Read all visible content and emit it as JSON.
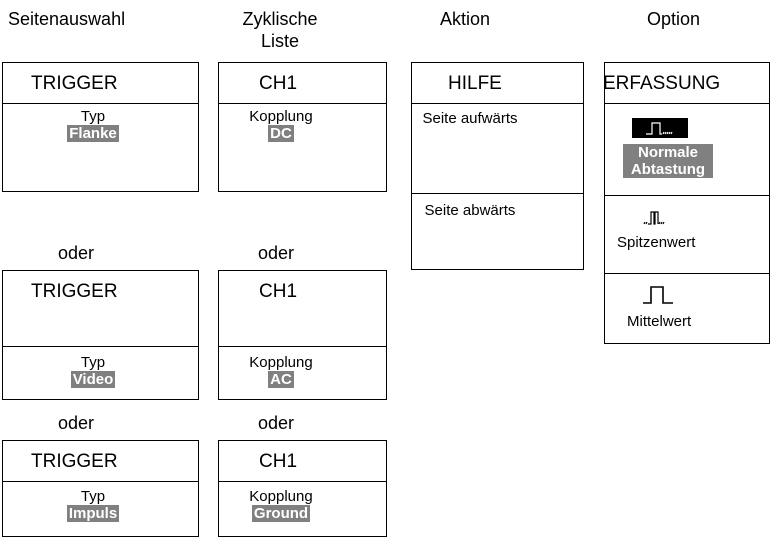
{
  "headers": {
    "page_select": "Seitenauswahl",
    "cyclic_list": "Zyklische Liste",
    "action": "Aktion",
    "option": "Option"
  },
  "or_label": "oder",
  "col1": [
    {
      "title": "TRIGGER",
      "label": "Typ",
      "value": "Flanke"
    },
    {
      "title": "TRIGGER",
      "label": "Typ",
      "value": "Video"
    },
    {
      "title": "TRIGGER",
      "label": "Typ",
      "value": "Impuls"
    }
  ],
  "col2": [
    {
      "title": "CH1",
      "label": "Kopplung",
      "value": "DC"
    },
    {
      "title": "CH1",
      "label": "Kopplung",
      "value": "AC"
    },
    {
      "title": "CH1",
      "label": "Kopplung",
      "value": "Ground"
    }
  ],
  "col3": {
    "title": "HILFE",
    "page_up": "Seite aufwärts",
    "page_down": "Seite abwärts"
  },
  "col4": {
    "title": "ERFASSUNG",
    "options": [
      {
        "label": "Normale Abtastung",
        "icon": "normal-sample-icon",
        "selected": true
      },
      {
        "label": "Spitzenwert",
        "icon": "peak-detect-icon",
        "selected": false
      },
      {
        "label": "Mittelwert",
        "icon": "average-icon",
        "selected": false
      }
    ]
  }
}
